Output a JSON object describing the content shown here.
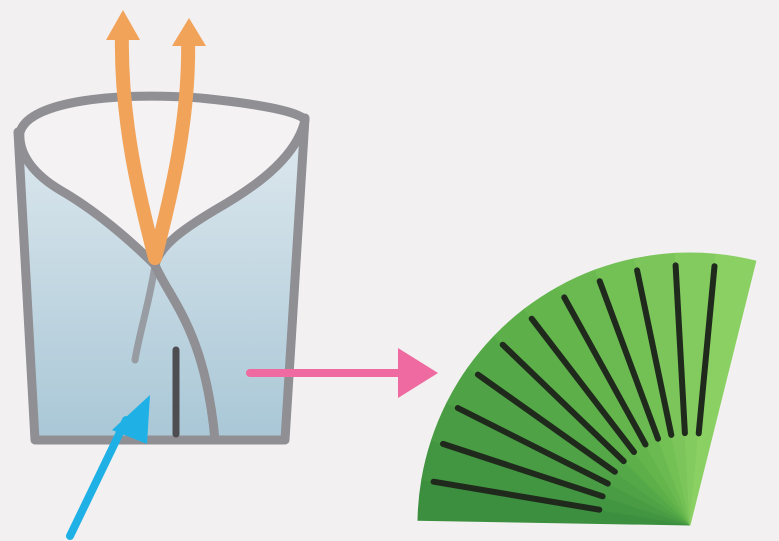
{
  "diagram": {
    "colors": {
      "background": "#f2f0f1",
      "container_outline": "#8f8f94",
      "water_top": "#dfe9ef",
      "water_bottom": "#a9c7d6",
      "flow_arrows": "#f2a35a",
      "inflow_arrow": "#1fb1e6",
      "transfer_arrow": "#ee6aa0",
      "fan_dark": "#3c8f3f",
      "fan_mid": "#5fb24a",
      "fan_light": "#8bd063",
      "fan_lines": "#1f2a1d"
    },
    "icons": {
      "container": "container-with-rolled-leaf",
      "inflow": "arrow-up-right",
      "outflow": "double-arrow-up",
      "transfer": "arrow-right",
      "fan": "fan-shaped-leaf"
    }
  }
}
